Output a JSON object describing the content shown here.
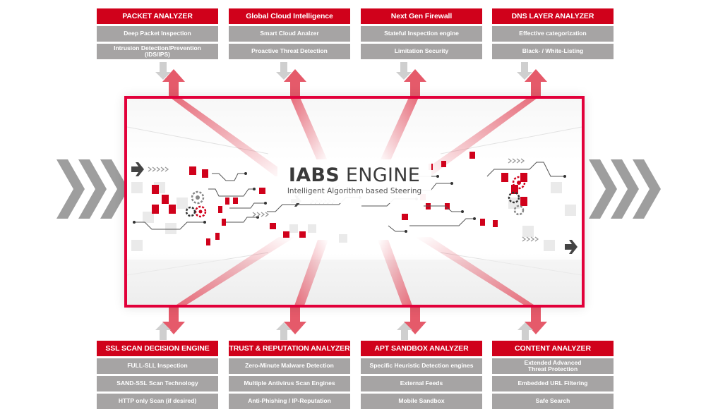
{
  "engine": {
    "title_bold": "IABS",
    "title_regular": "ENGINE",
    "subtitle": "Intelligent Algorithm based Steering"
  },
  "colors": {
    "accent_red": "#d0011b",
    "frame_red": "#e2003a",
    "arrow_red": "#e55a6a",
    "item_gray": "#a6a4a4",
    "arrow_gray": "#cfcfcf",
    "chevron_gray": "#9e9e9e"
  },
  "top_modules": [
    {
      "title": "PACKET ANALYZER",
      "items": [
        "Deep Packet Inspection",
        "Intrusion Detection/Prevention\n(IDS/IPS)"
      ]
    },
    {
      "title": "Global Cloud Intelligence",
      "items": [
        "Smart Cloud Analzer",
        "Proactive Threat Detection"
      ]
    },
    {
      "title": "Next Gen Firewall",
      "items": [
        "Stateful Inspection engine",
        "Limitation Security"
      ]
    },
    {
      "title": "DNS LAYER ANALYZER",
      "items": [
        "Effective categorization",
        "Black- / White-Listing"
      ]
    }
  ],
  "bottom_modules": [
    {
      "title": "SSL SCAN DECISION ENGINE",
      "items": [
        "FULL-SLL Inspection",
        "SAND-SSL Scan Technology",
        "HTTP only Scan (if desired)"
      ]
    },
    {
      "title": "TRUST & REPUTATION ANALYZER",
      "items": [
        "Zero-Minute Malware Detection",
        "Multiple Antivirus Scan Engines",
        "Anti-Phishing / IP-Reputation"
      ]
    },
    {
      "title": "APT SANDBOX ANALYZER",
      "items": [
        "Specific Heuristic Detection engines",
        "External Feeds",
        "Mobile Sandbox"
      ]
    },
    {
      "title": "CONTENT ANALYZER",
      "items": [
        "Extended Advanced\nThreat Protection",
        "Embedded URL Filtering",
        "Safe Search"
      ]
    }
  ],
  "icons": {
    "left_flow": "chevron-right-triple-icon",
    "right_flow": "chevron-right-triple-icon",
    "up_arrow": "arrow-up-icon",
    "down_arrow": "arrow-down-icon",
    "gear": "gear-icon"
  }
}
